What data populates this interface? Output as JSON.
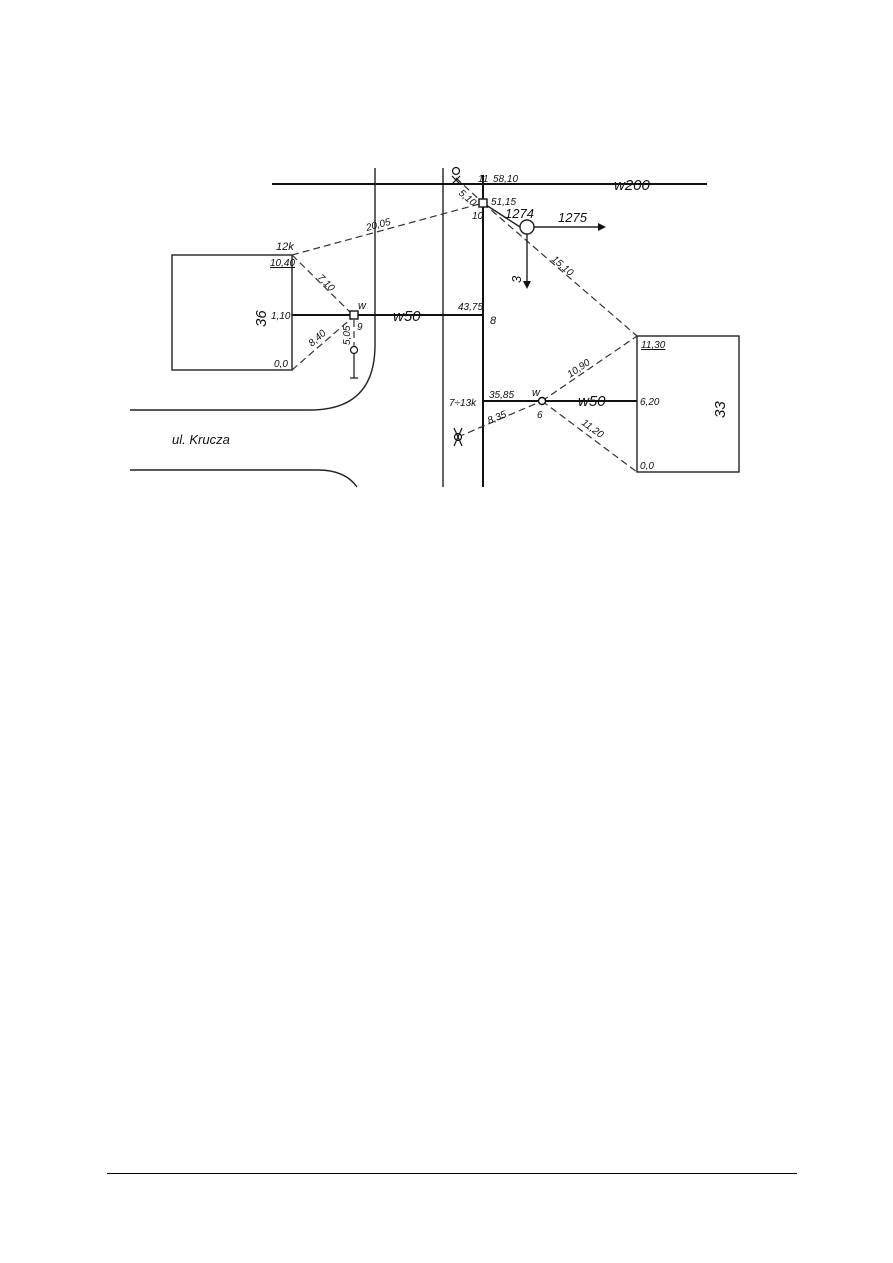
{
  "mains": {
    "main_pipe": "w200",
    "branch_left": "w50",
    "branch_right": "w50"
  },
  "street": {
    "name": "ul. Krucza"
  },
  "buildings": {
    "left_number": "36",
    "right_number": "33"
  },
  "nodes": {
    "n11": "11",
    "n10": "10",
    "n9": "9",
    "n8": "8",
    "n6": "6",
    "n7_13k": "7÷13k",
    "n12k": "12k",
    "well_1274": "1274",
    "well_1275": "1275",
    "well_3": "3",
    "valve_w_left": "w",
    "valve_w_right": "w"
  },
  "measurements": {
    "m58_10": "58,10",
    "m51_15": "51,15",
    "m5_10": "5,10",
    "m20_05": "20,05",
    "m15_10": "15,10",
    "m10_40": "10,40",
    "m7_10": "7,10",
    "m1_10": "1,10",
    "m8_40": "8,40",
    "m5_05": "5,05",
    "m0_0_left": "0,0",
    "m43_75": "43,75",
    "m35_85": "35,85",
    "m8_35": "8,35",
    "m10_90": "10,90",
    "m11_30": "11,30",
    "m6_20": "6,20",
    "m11_20": "11,20",
    "m0_0_right": "0,0"
  }
}
